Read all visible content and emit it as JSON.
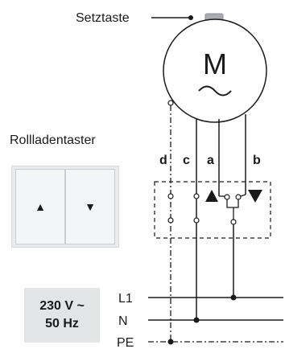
{
  "labels": {
    "setztaste": "Setztaste",
    "rolladentaster": "Rollladentaster",
    "wire_d": "d",
    "wire_c": "c",
    "wire_a": "a",
    "wire_b": "b",
    "motor_symbol": "M",
    "line_l1": "L1",
    "line_n": "N",
    "line_pe": "PE"
  },
  "switch": {
    "up_symbol": "▲",
    "down_symbol": "▼"
  },
  "supply": {
    "voltage": "230 V ~",
    "frequency": "50 Hz"
  }
}
